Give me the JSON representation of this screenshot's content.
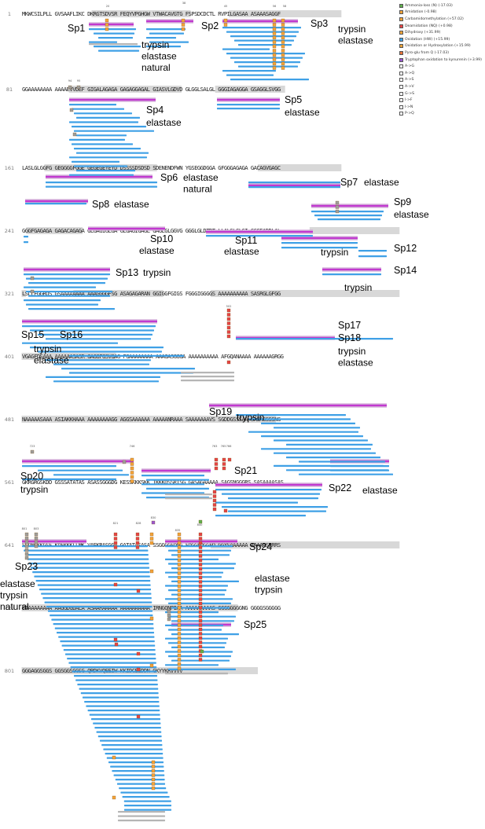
{
  "colors": {
    "peptide": "#3fa0e6",
    "peptide_grey": "#b5b5b5",
    "highlight": "#d8d8d8",
    "synthetic_top": "#cf9fd6",
    "synthetic_mid": "#c02dcf",
    "text": "#222222",
    "number": "#7c7c7c",
    "mod_orange": "#f4a43a",
    "mod_red": "#e64545",
    "mod_green": "#5fb04c",
    "mod_grey": "#9e9e9e",
    "mod_purple": "#9b59d0"
  },
  "legend": [
    {
      "label": "Ammonia-loss (N) (-17.03)",
      "color": "#5fb04c",
      "icon": "ammonia-loss-square"
    },
    {
      "label": "Amidation (-0.98)",
      "color": "#f4a43a",
      "icon": "amidation-square"
    },
    {
      "label": "Carbamidomethylation (+57.02)",
      "color": "#f4a43a",
      "icon": "carbamidomethylation-square"
    },
    {
      "label": "Deamidation (NQ) (+0.98)",
      "color": "#e64545",
      "icon": "deamidation-square"
    },
    {
      "label": "Dihydroxy (+31.99)",
      "color": "#f4a43a",
      "icon": "dihydroxy-square"
    },
    {
      "label": "Oxidation (HW) (+15.99)",
      "color": "#3fa0e6",
      "icon": "oxidation-square"
    },
    {
      "label": "Oxidation or Hydroxylation (+15.99)",
      "color": "#e8a13a",
      "icon": "hydroxylation-square"
    },
    {
      "label": "Pyro-glu from Q (-17.03)",
      "color": "#e6733a",
      "icon": "pyro-glu-square"
    },
    {
      "label": "Tryptophan oxidation to kynurenin (+3.99)",
      "color": "#9b59d0",
      "icon": "kynurenin-square"
    },
    {
      "label": "A->G",
      "color": "#ffffff",
      "icon": "substitution-square"
    },
    {
      "label": "A->Q",
      "color": "#ffffff",
      "icon": "substitution-square"
    },
    {
      "label": "A->S",
      "color": "#ffffff",
      "icon": "substitution-square"
    },
    {
      "label": "A->V",
      "color": "#ffffff",
      "icon": "substitution-square"
    },
    {
      "label": "G->S",
      "color": "#ffffff",
      "icon": "substitution-square"
    },
    {
      "label": "I->F",
      "color": "#ffffff",
      "icon": "substitution-square"
    },
    {
      "label": "I->N",
      "color": "#ffffff",
      "icon": "substitution-square"
    },
    {
      "label": "P->Q",
      "color": "#ffffff",
      "icon": "substitution-square"
    }
  ],
  "sequence_rows": [
    {
      "num": "1",
      "seq": "MKWCSILPLL GVSAAFLIKC DKRGTSDVSR FEQYVPGHGW VTWACAVGTG FSPSDCDCTL RVPILGASAA ASAAASAGGF"
    },
    {
      "num": "81",
      "seq": "GGAAAAAAAA AAAAEVVDEF GIGALAGAGA GAGAGGAGAL GIASVLGDVD GLGGLSALGL GGGIAGAGGA GSAGGLSVGG"
    },
    {
      "num": "161",
      "seq": "LASLGLGGFG GEGGGGFGGE GEGEGEYEYD DSSSSDSDSD SDENENDFWN YGSEGGDGGA GFGGGAGAGA GACAGVGAGC"
    },
    {
      "num": "241",
      "seq": "GGGFGAGAGA GAGACAGAGA GLGAGIGLGA GLGAGIGAGL GAGLGLGGVG GGGLGLDTDT LLALSLGLGI GGGEADDLAL"
    },
    {
      "num": "321",
      "seq": "LSLLFGGRQS GSAAAAAAAA AAAGGGGFSG ASAGAGARAN GGIGGFGIGS FGGGIGGGGS AAAAAAAAAA SASRGLGFGG"
    },
    {
      "num": "401",
      "seq": "VGAGFDSAAA AAAAAASASR GAGGFGSVGAG FGAAAAAAAA AAAGASGGGA AAAAAAAAAA AFGQANAAAA AAAAAAGRGG"
    },
    {
      "num": "481",
      "seq": "NAAAAASAAA ASIAKKHAAA AAAAAAAAGG AGGSAAAAAA AAAAANRAAA SAAAAAAAVS SGDDGSSSAA SASASSSSNG"
    },
    {
      "num": "561",
      "seq": "GKRGRGSKDD GSSSATATAS ASASSGGGDG KESSKKKSKK TKKKDSSRISG GASAGAAAAA SAGSNGGGRS SASAAAASAS"
    },
    {
      "num": "641",
      "seq": "SGDNGKKGSF KDFKKKLLMK VAEKRASGGA GATATASASA SSGGGGFDGG FDGGFDGGFD GGYSAAAAAA AAAAASRRRS"
    },
    {
      "num": "721",
      "seq": "YAAAAAAAAA AAGGDGDALA ASAARAAAAA AAAAAAAAAA IRNGQNPIAA AAAAAAAAAS GGGGGGGGNG GGGGSGGGGG"
    },
    {
      "num": "801",
      "seq": "GGGAGGSGGS GGSGGSGGSG QRDKVQEEIW KKIDCEEDDN GKYYKRVVVV"
    }
  ],
  "mod_numbers": [
    {
      "num": "20"
    },
    {
      "num": "38"
    },
    {
      "num": "45"
    },
    {
      "num": "56"
    },
    {
      "num": "58"
    },
    {
      "num": "94"
    },
    {
      "num": "95"
    },
    {
      "num": "502"
    },
    {
      "num": "723"
    },
    {
      "num": "746"
    },
    {
      "num": "763"
    },
    {
      "num": "765"
    },
    {
      "num": "766"
    },
    {
      "num": "801"
    },
    {
      "num": "803"
    },
    {
      "num": "821"
    },
    {
      "num": "828"
    },
    {
      "num": "830"
    },
    {
      "num": "835"
    },
    {
      "num": "840"
    }
  ],
  "labels": [
    {
      "id": "sp1",
      "text": "Sp1"
    },
    {
      "id": "sp2",
      "text": "Sp2"
    },
    {
      "id": "sp3",
      "text": "Sp3"
    },
    {
      "id": "enz1",
      "text": "trypsin\nelastase\nnatural"
    },
    {
      "id": "enz2",
      "text": "trypsin\nelastase"
    },
    {
      "id": "sp4",
      "text": "Sp4"
    },
    {
      "id": "enz4",
      "text": "elastase"
    },
    {
      "id": "sp5",
      "text": "Sp5"
    },
    {
      "id": "enz5",
      "text": "elastase"
    },
    {
      "id": "sp6",
      "text": "Sp6"
    },
    {
      "id": "enz6",
      "text": "elastase\nnatural"
    },
    {
      "id": "sp7",
      "text": "Sp7"
    },
    {
      "id": "enz7",
      "text": "elastase"
    },
    {
      "id": "sp8",
      "text": "Sp8"
    },
    {
      "id": "enz8",
      "text": "elastase"
    },
    {
      "id": "sp9",
      "text": "Sp9"
    },
    {
      "id": "enz9",
      "text": "elastase"
    },
    {
      "id": "sp10",
      "text": "Sp10"
    },
    {
      "id": "enz10",
      "text": "elastase"
    },
    {
      "id": "sp11",
      "text": "Sp11"
    },
    {
      "id": "enz11",
      "text": "elastase"
    },
    {
      "id": "enz11b",
      "text": "trypsin"
    },
    {
      "id": "sp12",
      "text": "Sp12"
    },
    {
      "id": "sp13",
      "text": "Sp13"
    },
    {
      "id": "enz13",
      "text": "trypsin"
    },
    {
      "id": "sp14",
      "text": "Sp14"
    },
    {
      "id": "enz14",
      "text": "trypsin"
    },
    {
      "id": "sp15",
      "text": "Sp15"
    },
    {
      "id": "sp16",
      "text": "Sp16"
    },
    {
      "id": "enz15",
      "text": "trypsin\nelastase"
    },
    {
      "id": "sp17",
      "text": "Sp17"
    },
    {
      "id": "sp18",
      "text": "Sp18"
    },
    {
      "id": "enz18",
      "text": "trypsin\nelastase"
    },
    {
      "id": "sp19",
      "text": "Sp19"
    },
    {
      "id": "enz19",
      "text": "trypsin"
    },
    {
      "id": "sp20",
      "text": "Sp20"
    },
    {
      "id": "enz20",
      "text": "trypsin"
    },
    {
      "id": "sp21",
      "text": "Sp21"
    },
    {
      "id": "sp22",
      "text": "Sp22"
    },
    {
      "id": "enz22",
      "text": "elastase"
    },
    {
      "id": "sp23",
      "text": "Sp23"
    },
    {
      "id": "enz23",
      "text": "elastase\ntrypsin\nnatural"
    },
    {
      "id": "sp24",
      "text": "Sp24"
    },
    {
      "id": "enz24",
      "text": "elastase\ntrypsin"
    },
    {
      "id": "sp25",
      "text": "Sp25"
    }
  ]
}
